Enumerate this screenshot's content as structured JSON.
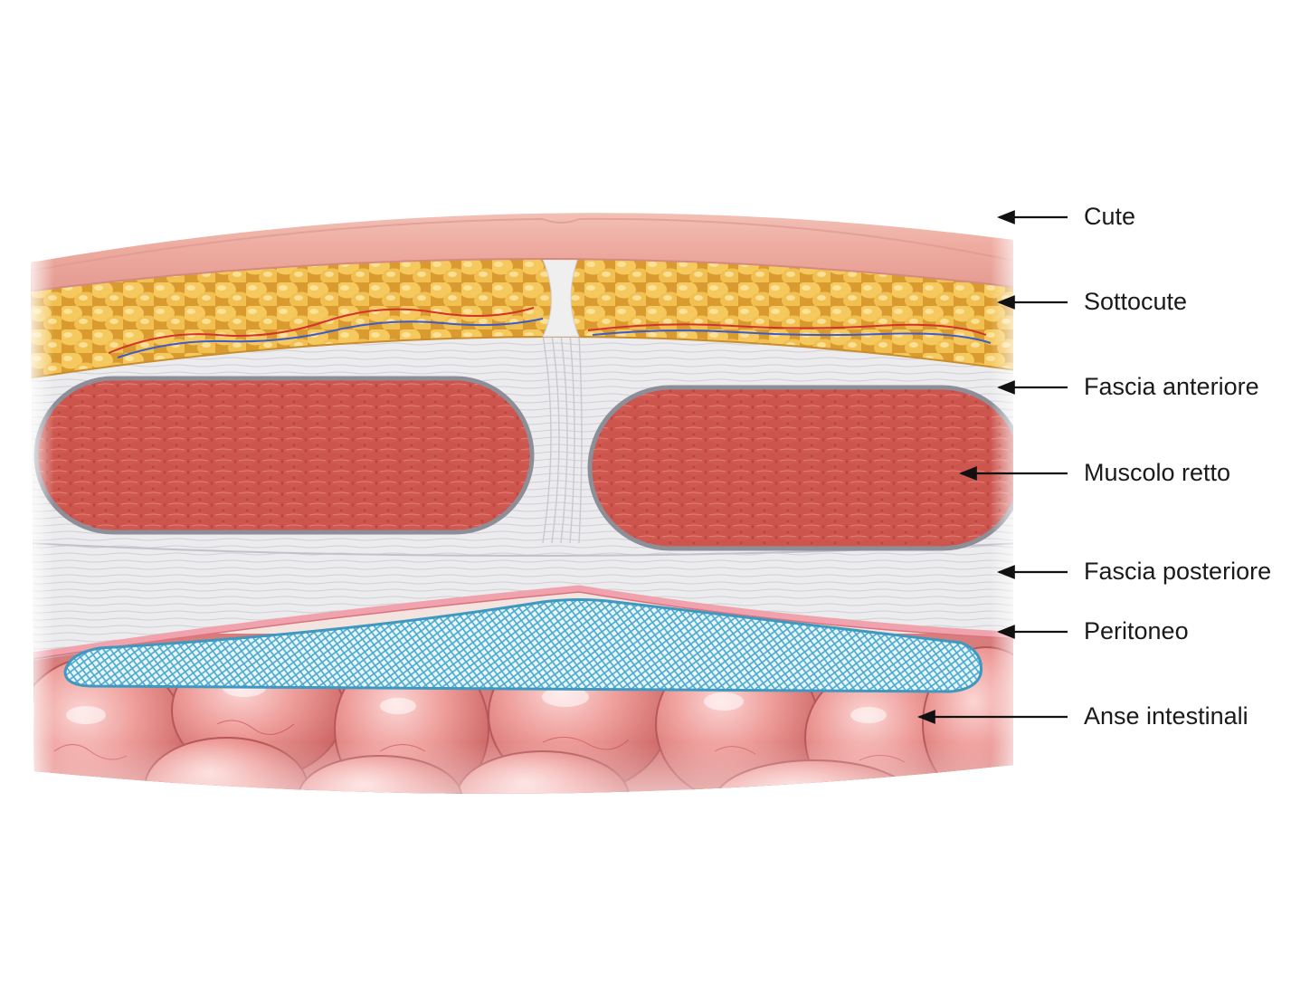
{
  "diagram": {
    "labels": [
      {
        "id": "cute",
        "text": "Cute"
      },
      {
        "id": "sottocute",
        "text": "Sottocute"
      },
      {
        "id": "fascia-anteriore",
        "text": "Fascia anteriore"
      },
      {
        "id": "muscolo-retto",
        "text": "Muscolo retto"
      },
      {
        "id": "fascia-posteriore",
        "text": "Fascia posteriore"
      },
      {
        "id": "peritoneo",
        "text": "Peritoneo"
      },
      {
        "id": "anse-intestinali",
        "text": "Anse intestinali"
      }
    ]
  },
  "colors": {
    "skin": "#f0b7ad",
    "fat": "#f2c25a",
    "fascia": "#e7e7ea",
    "muscle": "#c8504a",
    "peritoneum": "#f3a6ad",
    "mesh": "#8fd0e6",
    "bowel": "#e98f8f"
  }
}
